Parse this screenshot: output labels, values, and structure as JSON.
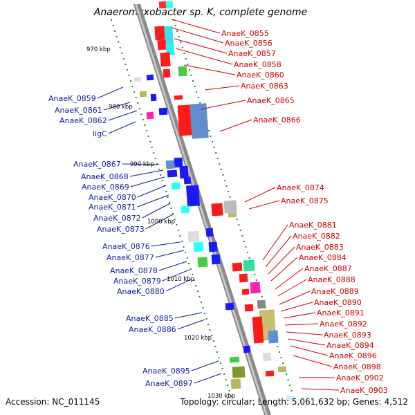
{
  "title": "Anaeromyxobacter sp. K, complete genome",
  "accession": "Accession: NC_011145",
  "topology": "Topology: circular; Length: 5,061,632 bp; Genes: 4,512",
  "colors": {
    "left_label": "#0a1a9a",
    "right_label": "#cc0000",
    "tick": "#228822"
  },
  "kbp_labels": [
    "970 kbp",
    "980 kbp",
    "990 kbp",
    "1000 kbp",
    "1010 kbp",
    "1020 kbp",
    "1030 kbp"
  ],
  "left_genes": [
    "AnaeK_0859",
    "AnaeK_0861",
    "AnaeK_0862",
    "ligC",
    "AnaeK_0867",
    "AnaeK_0868",
    "AnaeK_0869",
    "AnaeK_0870",
    "AnaeK_0871",
    "AnaeK_0872",
    "AnaeK_0873",
    "AnaeK_0876",
    "AnaeK_0877",
    "AnaeK_0878",
    "AnaeK_0879",
    "AnaeK_0880",
    "AnaeK_0885",
    "AnaeK_0886",
    "AnaeK_0895",
    "AnaeK_0897"
  ],
  "right_genes": [
    "AnaeK_0855",
    "AnaeK_0856",
    "AnaeK_0857",
    "AnaeK_0858",
    "AnaeK_0860",
    "AnaeK_0863",
    "AnaeK_0865",
    "AnaeK_0866",
    "AnaeK_0874",
    "AnaeK_0875",
    "AnaeK_0881",
    "AnaeK_0882",
    "AnaeK_0883",
    "AnaeK_0884",
    "AnaeK_0887",
    "AnaeK_0888",
    "AnaeK_0889",
    "AnaeK_0890",
    "AnaeK_0891",
    "AnaeK_0892",
    "AnaeK_0893",
    "AnaeK_0894",
    "AnaeK_0896",
    "AnaeK_0898",
    "AnaeK_0902",
    "AnaeK_0903"
  ]
}
